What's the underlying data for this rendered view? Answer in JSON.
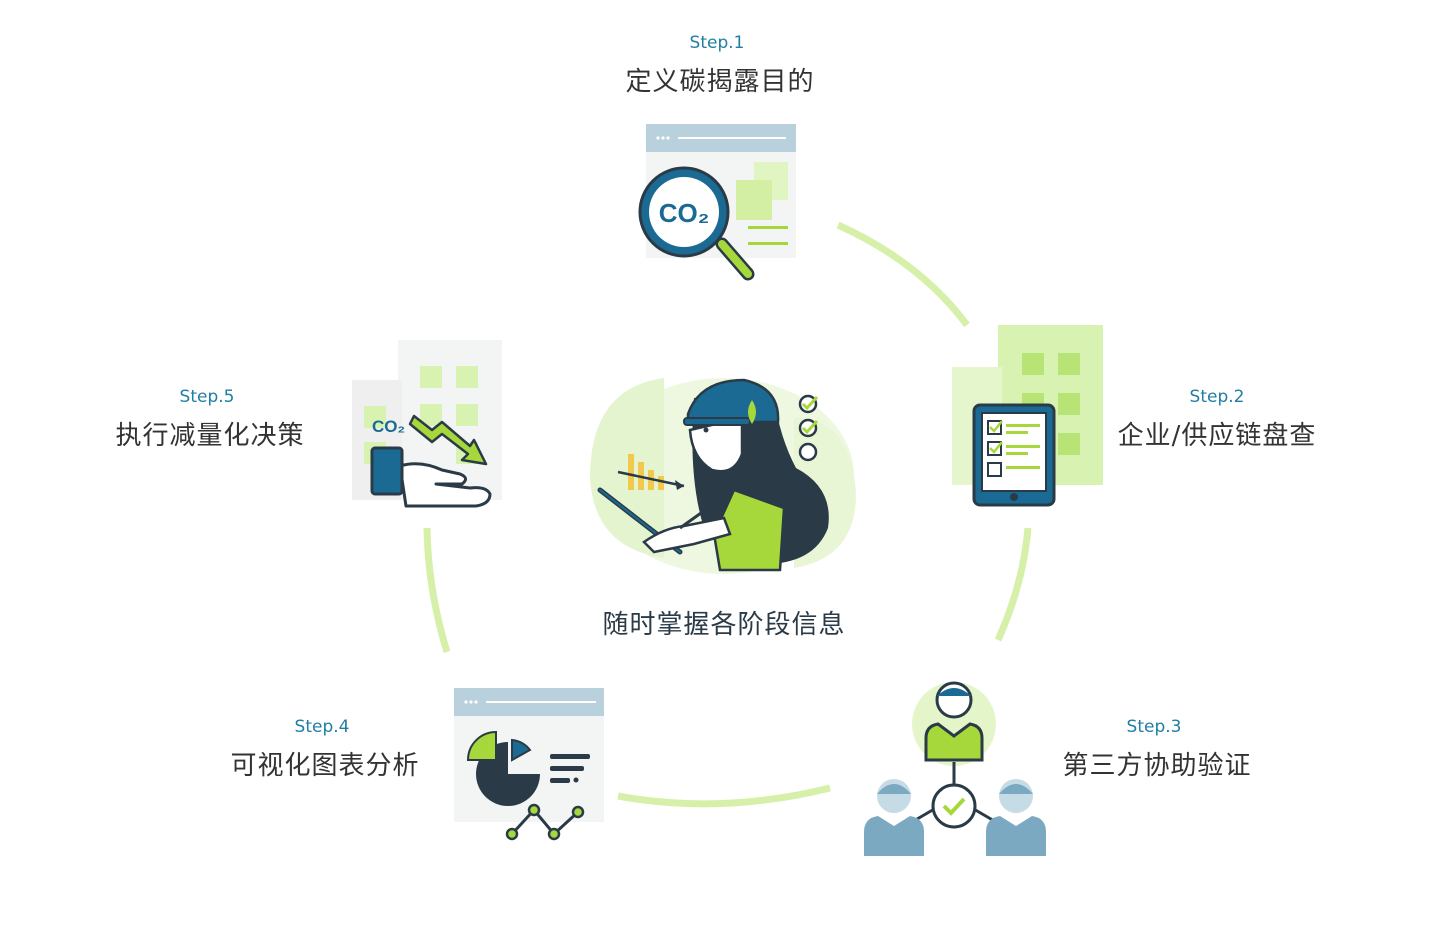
{
  "center": {
    "title": "随时掌握各阶段信息"
  },
  "steps": [
    {
      "label": "Step.1",
      "title": "定义碳揭露目的",
      "icon": "co2-magnifier-icon",
      "icon_text": "CO₂"
    },
    {
      "label": "Step.2",
      "title": "企业/供应链盘查",
      "icon": "tablet-checklist-icon"
    },
    {
      "label": "Step.3",
      "title": "第三方协助验证",
      "icon": "people-verification-icon"
    },
    {
      "label": "Step.4",
      "title": "可视化图表分析",
      "icon": "chart-dashboard-icon"
    },
    {
      "label": "Step.5",
      "title": "执行减量化决策",
      "icon": "co2-reduction-hand-icon",
      "icon_text": "CO₂"
    }
  ],
  "colors": {
    "accent_green": "#c5ec8f",
    "bright_green": "#a6d83c",
    "navy": "#1b6a93",
    "dark": "#2a3b47",
    "label_blue": "#1f7ea3"
  }
}
